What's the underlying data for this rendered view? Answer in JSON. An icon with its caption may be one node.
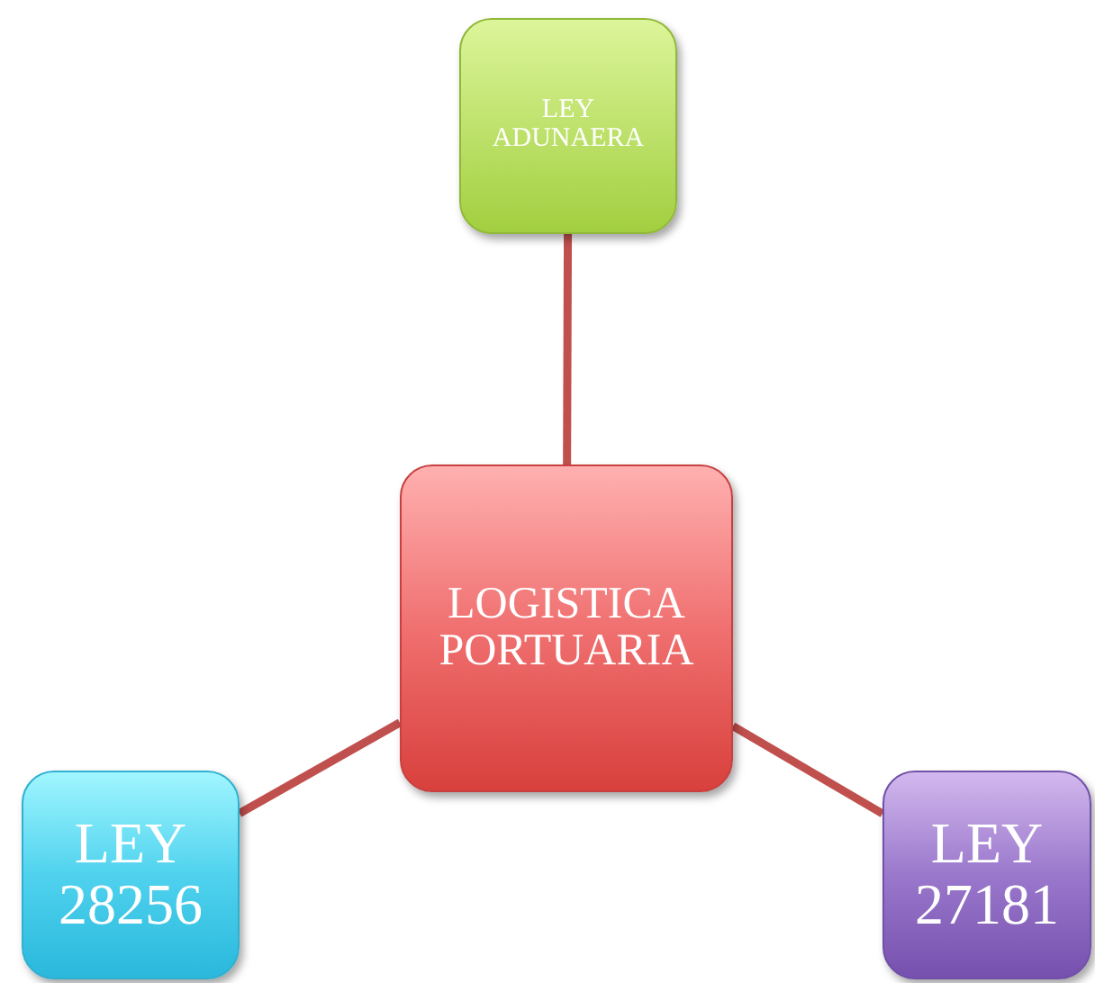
{
  "diagram": {
    "nodes": [
      {
        "text": [
          "LEY ADUNAERA"
        ]
      },
      {
        "text": [
          "LOGISTICA PORTUARIA"
        ]
      },
      {
        "text": [
          "LEY 28256"
        ]
      },
      {
        "text": [
          "LEY 27181"
        ]
      }
    ],
    "edges": [
      {
        "from": 1,
        "to": 0,
        "arrow": "none"
      },
      {
        "from": 1,
        "to": 2,
        "arrow": "none"
      },
      {
        "from": 1,
        "to": 3,
        "arrow": "none"
      }
    ]
  }
}
